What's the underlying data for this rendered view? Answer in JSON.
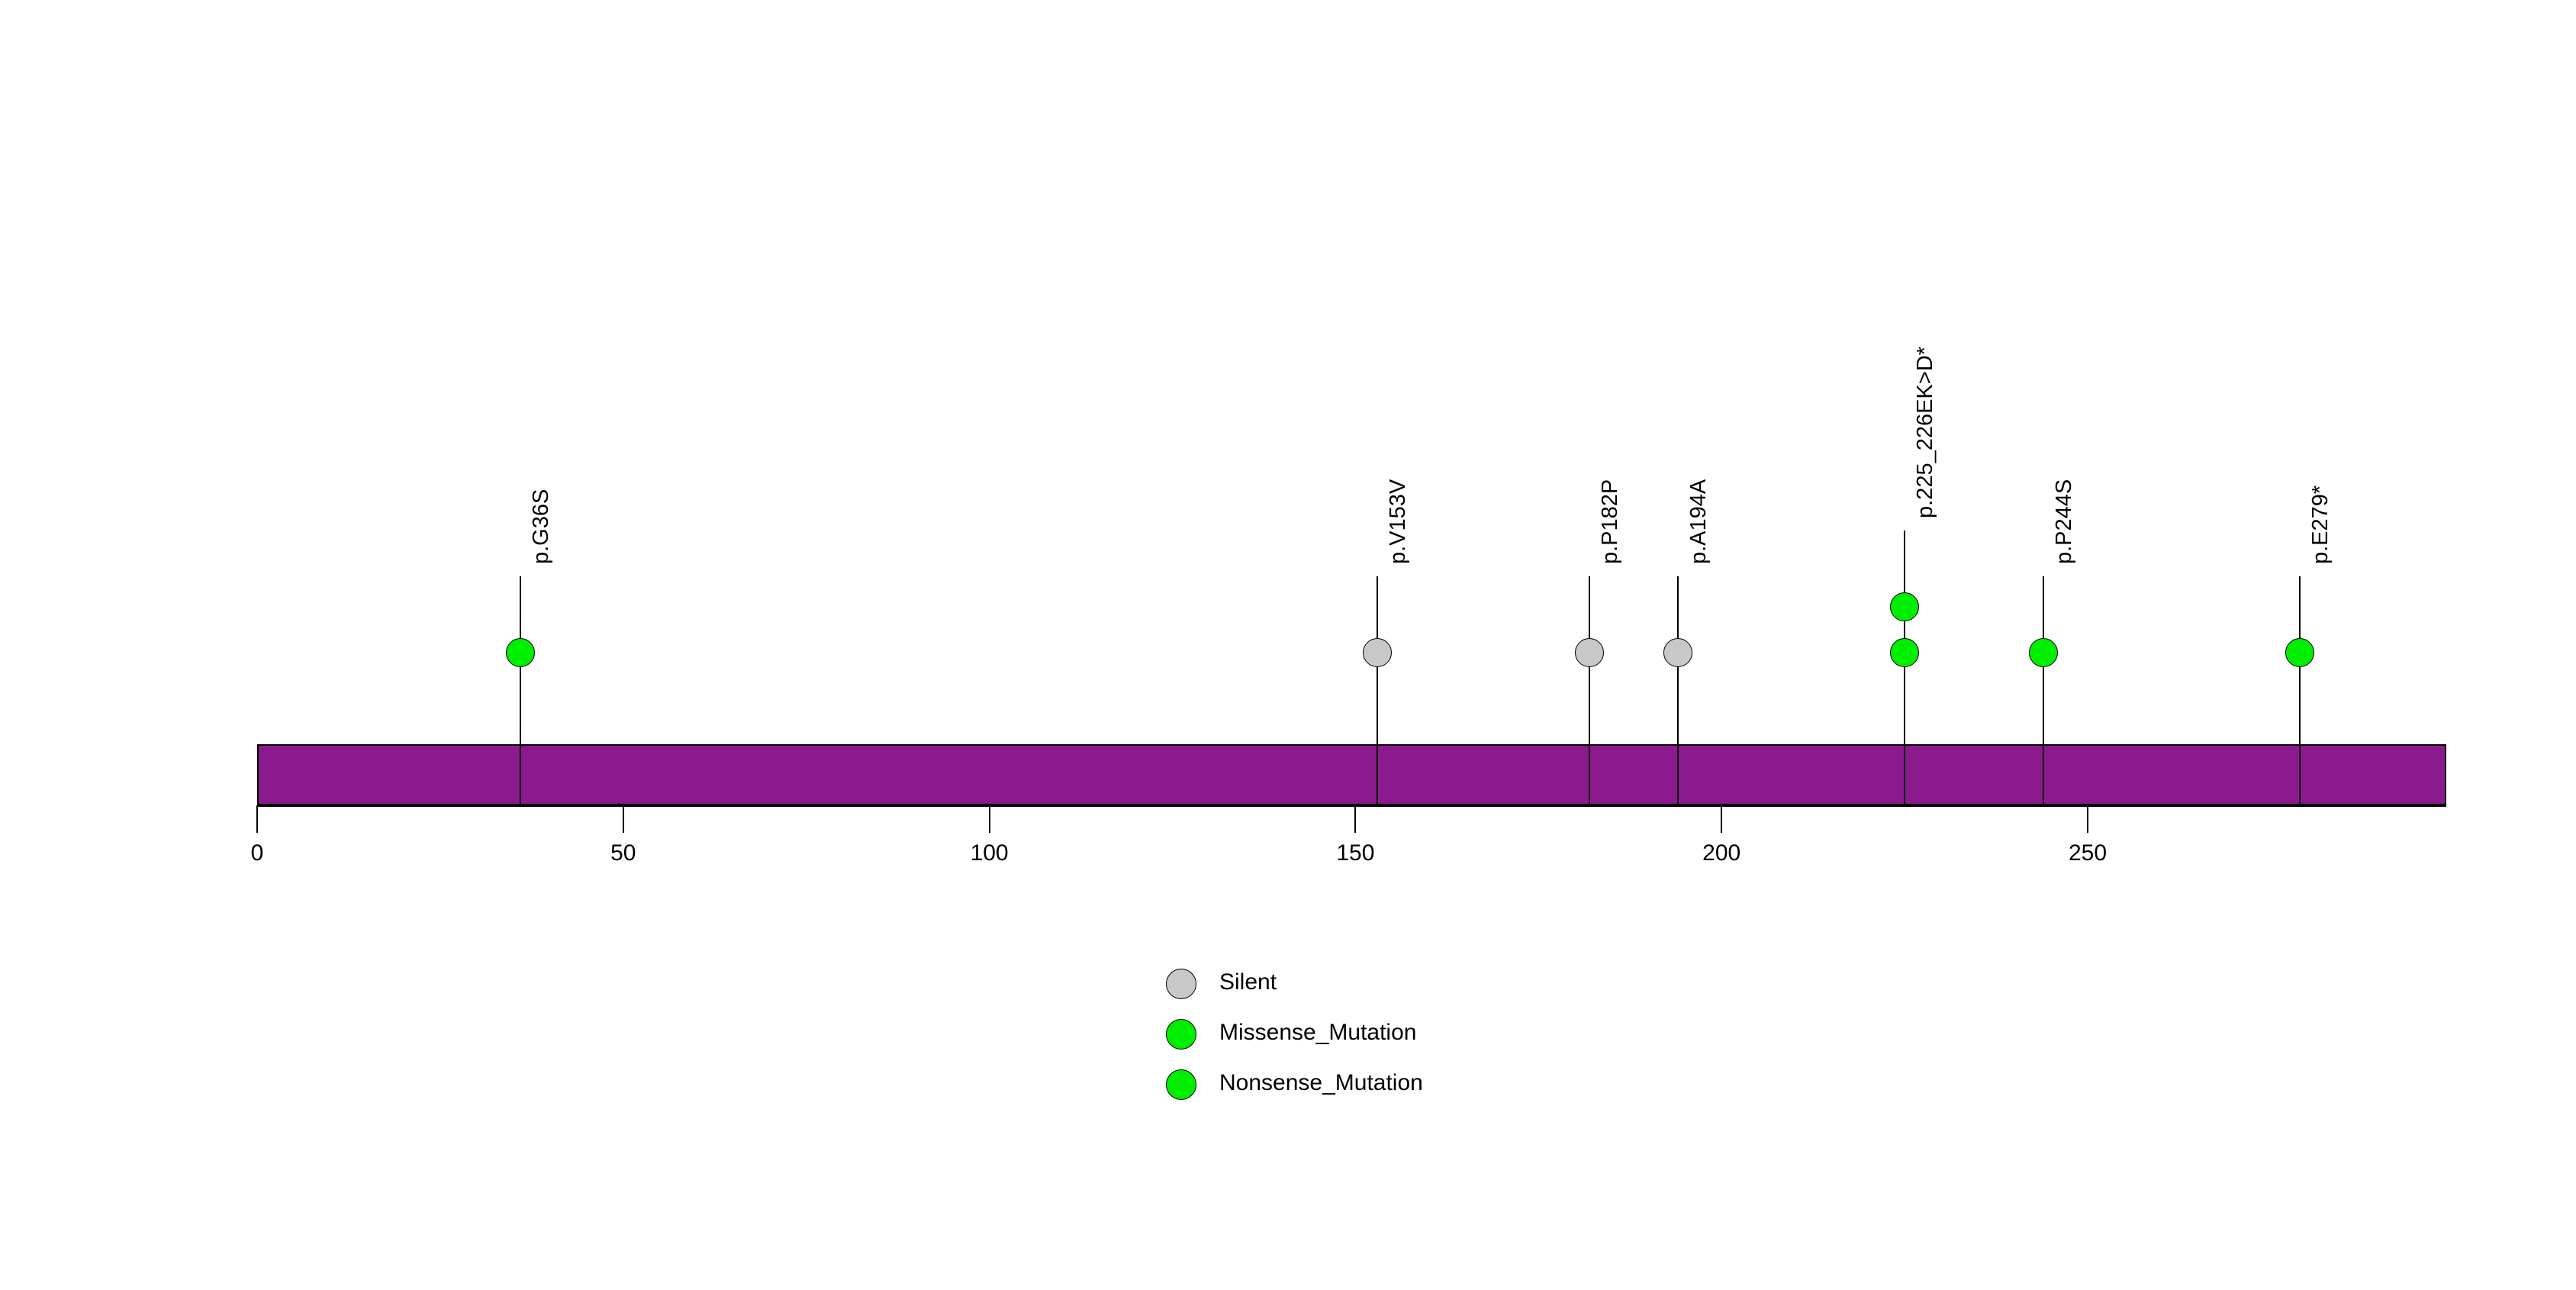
{
  "chart_data": {
    "type": "lollipop",
    "title": "",
    "xlabel": "",
    "ylabel": "",
    "xlim": [
      0,
      299
    ],
    "axis_ticks": [
      {
        "value": 0,
        "label": "0"
      },
      {
        "value": 50,
        "label": "50"
      },
      {
        "value": 100,
        "label": "100"
      },
      {
        "value": 150,
        "label": "150"
      },
      {
        "value": 200,
        "label": "200"
      },
      {
        "value": 250,
        "label": "250"
      }
    ],
    "protein_bar": {
      "start": 0,
      "end": 299,
      "color": "#8B1A8E",
      "border_color": "#000000"
    },
    "mutations": [
      {
        "label": "p.G36S",
        "position": 36,
        "count": 1,
        "type": "Missense_Mutation",
        "color": "#00EE00"
      },
      {
        "label": "p.V153V",
        "position": 153,
        "count": 1,
        "type": "Silent",
        "color": "#C8C8C8"
      },
      {
        "label": "p.P182P",
        "position": 182,
        "count": 1,
        "type": "Silent",
        "color": "#C8C8C8"
      },
      {
        "label": "p.A194A",
        "position": 194,
        "count": 1,
        "type": "Silent",
        "color": "#C8C8C8"
      },
      {
        "label": "p.225_226EK>D*",
        "position": 225,
        "count": 2,
        "type": "Nonsense_Mutation",
        "color": "#00EE00"
      },
      {
        "label": "p.P244S",
        "position": 244,
        "count": 1,
        "type": "Missense_Mutation",
        "color": "#00EE00"
      },
      {
        "label": "p.E279*",
        "position": 279,
        "count": 1,
        "type": "Nonsense_Mutation",
        "color": "#00EE00"
      }
    ],
    "legend": {
      "position": "bottom-center",
      "entries": [
        {
          "label": "Silent",
          "color": "#C8C8C8"
        },
        {
          "label": "Missense_Mutation",
          "color": "#00EE00"
        },
        {
          "label": "Nonsense_Mutation",
          "color": "#00EE00"
        }
      ]
    }
  }
}
